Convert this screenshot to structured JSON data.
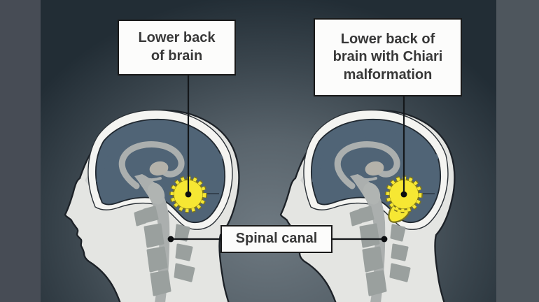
{
  "labels": {
    "left_brain": {
      "text": "Lower back of brain",
      "lines": [
        "Lower back",
        "of brain"
      ]
    },
    "right_brain": {
      "text": "Lower back of brain with Chiari malformation",
      "lines": [
        "Lower back of",
        "brain with Chiari",
        "malformation"
      ]
    },
    "spinal": {
      "text": "Spinal canal",
      "lines": [
        "Spinal canal"
      ]
    }
  },
  "colors": {
    "left_gutter": "#474c55",
    "right_gutter": "#4e565d",
    "bg_glow": "#6e7981",
    "bg_edge": "#222d35",
    "head": "#e4e5e2",
    "head_outline": "#1c2127",
    "skull": "#f4f4f1",
    "brain_cavity": "#506476",
    "brain_structures": "#abafae",
    "thalamus": "#b4b2aa",
    "vertebrae": "#9aa09e",
    "cerebellum": "#f6e733",
    "cerebellum_outline": "#7c751e",
    "connector_line": "#14171a",
    "marker_dot": "#0c0e10",
    "label_bg": "#fcfcfb",
    "label_border": "#191919",
    "label_text": "#383838"
  }
}
